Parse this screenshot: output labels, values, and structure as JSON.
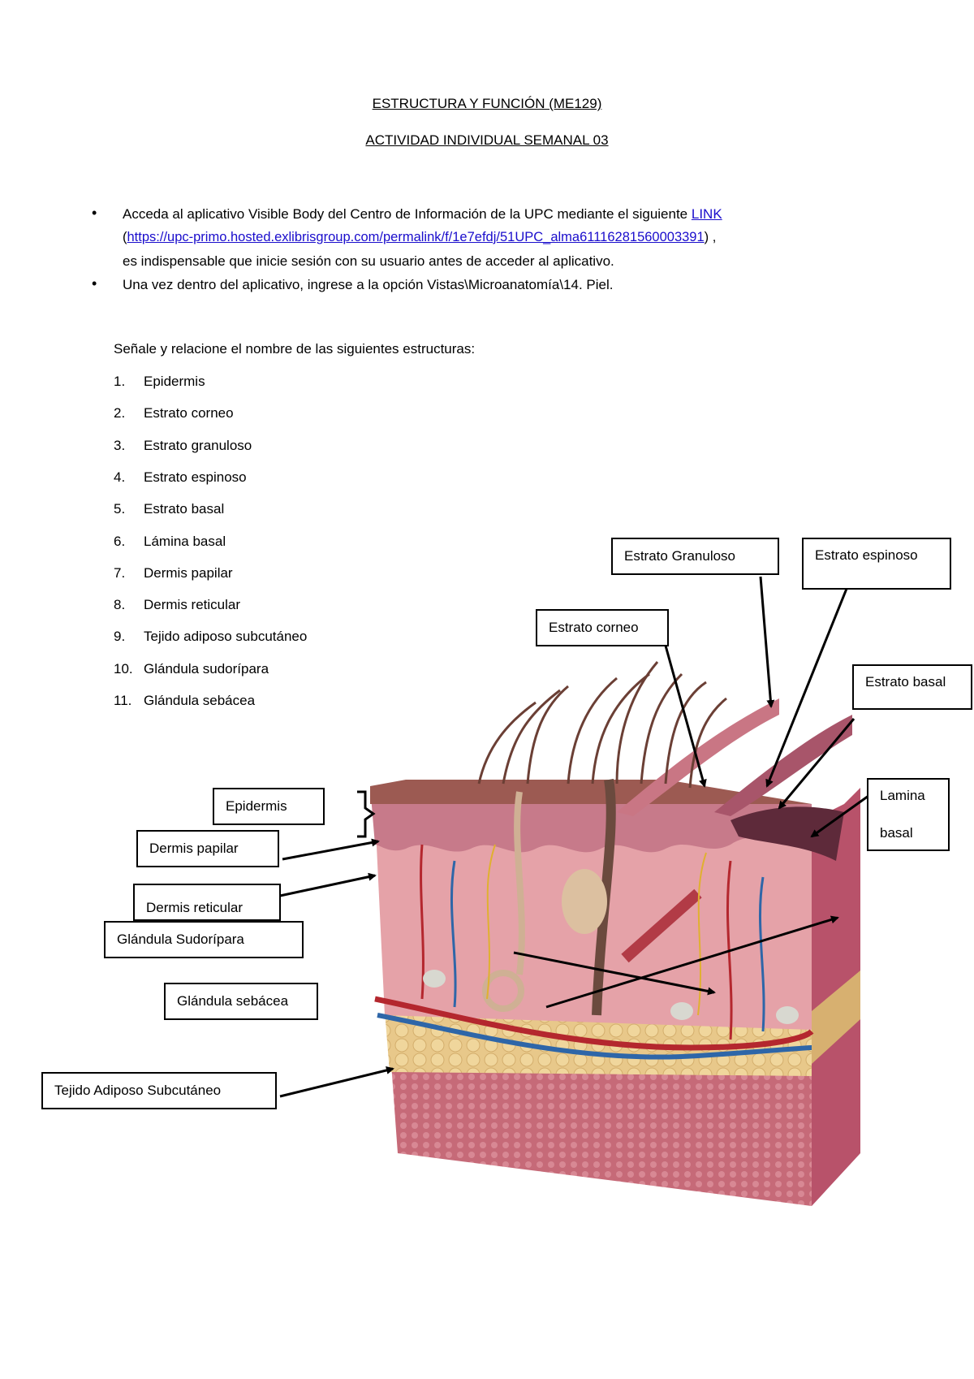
{
  "header": {
    "title": "ESTRUCTURA Y FUNCIÓN (ME129)",
    "subtitle": "ACTIVIDAD INDIVIDUAL SEMANAL 03"
  },
  "instructions": {
    "b1_line1_prefix": "Acceda al aplicativo Visible Body del Centro de Información de la UPC mediante el siguiente ",
    "b1_link_text": "LINK",
    "b1_line2_open": "(",
    "b1_url": "https://upc-primo.hosted.exlibrisgroup.com/permalink/f/1e7efdj/51UPC_alma61116281560003391",
    "b1_line2_close": ") ,",
    "b1_line3": "es indispensable que inicie sesión con su usuario antes de acceder al aplicativo.",
    "b2": "Una vez dentro del aplicativo, ingrese a la opción Vistas\\Microanatomía\\14. Piel."
  },
  "task": {
    "prompt": "Señale y relacione el nombre de las siguientes estructuras:",
    "items": [
      {
        "num": "1.",
        "label": "Epidermis"
      },
      {
        "num": "2.",
        "label": "Estrato corneo"
      },
      {
        "num": "3.",
        "label": "Estrato granuloso"
      },
      {
        "num": "4.",
        "label": "Estrato espinoso"
      },
      {
        "num": "5.",
        "label": "Estrato basal"
      },
      {
        "num": "6.",
        "label": "Lámina basal"
      },
      {
        "num": "7.",
        "label": "Dermis papilar"
      },
      {
        "num": "8.",
        "label": "Dermis reticular"
      },
      {
        "num": "9.",
        "label": "Tejido adiposo subcutáneo"
      },
      {
        "num": "10.",
        "label": "Glándula sudorípara"
      },
      {
        "num": "11.",
        "label": "Glándula sebácea"
      }
    ]
  },
  "diagram_labels": {
    "granuloso": "Estrato Granuloso",
    "espinoso": "Estrato espinoso",
    "corneo": "Estrato corneo",
    "basal": "Estrato basal",
    "lamina_1": "Lamina",
    "lamina_2": "basal",
    "epidermis": "Epidermis",
    "papilar": "Dermis papilar",
    "reticular": "Dermis reticular",
    "sudoripara": "Glándula Sudorípara",
    "sebacea": "Glándula sebácea",
    "adiposo": "Tejido Adiposo Subcutáneo"
  }
}
